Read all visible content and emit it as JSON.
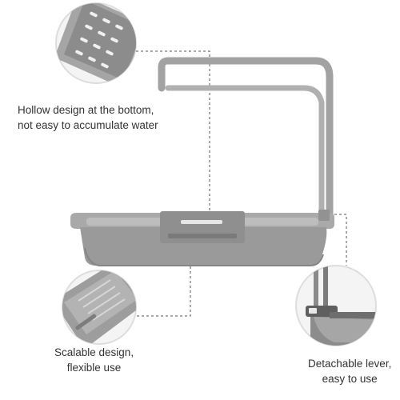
{
  "captions": {
    "hollow": {
      "line1": "Hollow design at the bottom,",
      "line2": "not easy to accumulate water"
    },
    "scalable": {
      "line1": "Scalable design,",
      "line2": "flexible use"
    },
    "lever": {
      "line1": "Detachable lever,",
      "line2": "easy to use"
    }
  },
  "colors": {
    "product_gray": "#9b9b9b",
    "product_dark": "#7e7e7e",
    "product_light": "#b9b9b9",
    "guide_line": "#555555",
    "circle_border": "#d9d9d9",
    "text": "#333333"
  }
}
